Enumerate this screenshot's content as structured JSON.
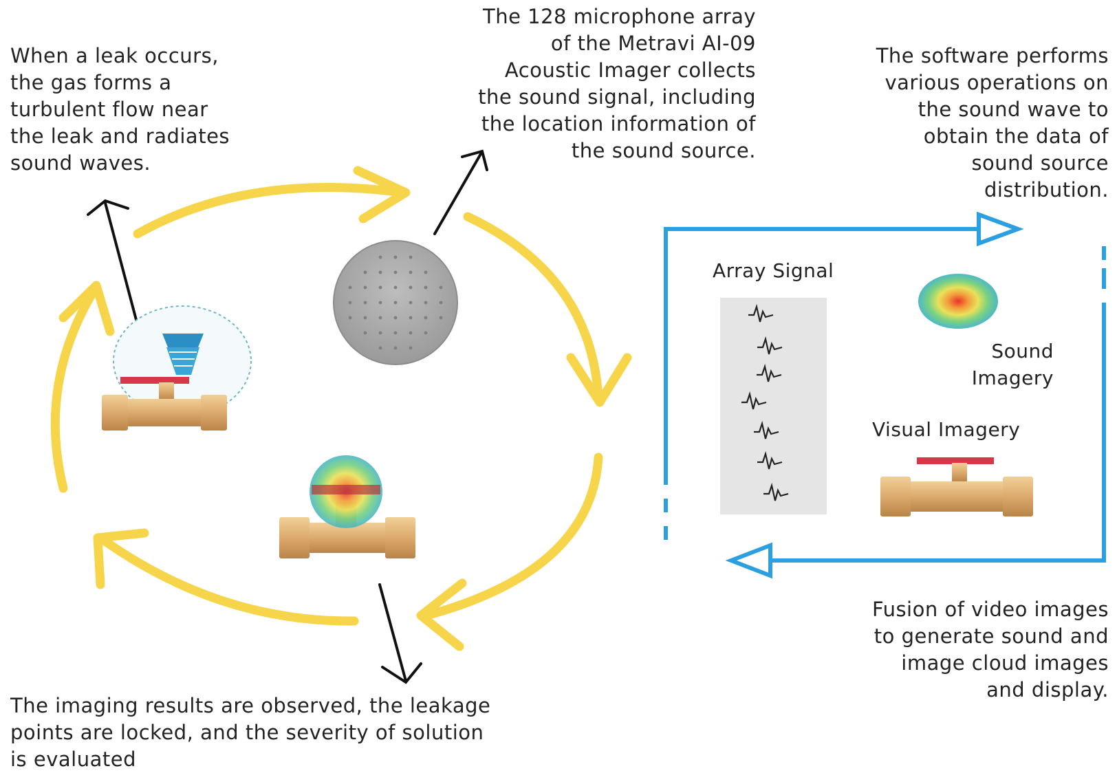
{
  "steps": {
    "leak": {
      "lines": [
        "When a leak occurs,",
        "the gas forms a",
        "turbulent flow near",
        "the leak and radiates",
        "sound waves."
      ]
    },
    "array": {
      "lines": [
        "The 128 microphone array",
        "of the Metravi AI-09",
        "Acoustic Imager collects",
        "the sound signal, including",
        "the location information of",
        "the sound source."
      ]
    },
    "software": {
      "lines": [
        "The software performs",
        "various operations on",
        "the sound wave to",
        "obtain the data of",
        "sound source",
        "distribution."
      ]
    },
    "fusion": {
      "lines": [
        "Fusion of video images",
        "to generate sound and",
        "image cloud images",
        "and display."
      ]
    },
    "result": {
      "lines": [
        "The imaging results are observed, the leakage",
        "points are locked, and the severity of solution",
        "is evaluated"
      ]
    }
  },
  "panel": {
    "array_signal": "Array Signal",
    "sound_imagery": [
      "Sound",
      "Imagery"
    ],
    "visual_imagery": "Visual Imagery"
  },
  "colors": {
    "cycle_arrow": "#f7d54a",
    "panel_arrow": "#2b9fe0",
    "pipe": "#d9a86a",
    "valve": "#d9364a",
    "disc": "#a9a9a9"
  }
}
